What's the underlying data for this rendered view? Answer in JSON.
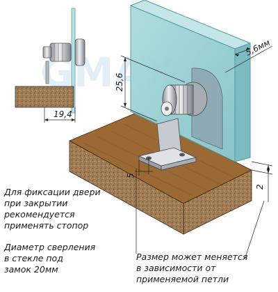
{
  "colors": {
    "glass": "#9fd3d6",
    "glass_edge": "#5fa9ae",
    "wood_top": "#9c6a34",
    "wood_side": "#b5874f",
    "chipboard": "#9a7750",
    "metal": "#c8ccd2",
    "dim_line": "#222222",
    "watermark": "#cfe5f2"
  },
  "watermark": "GMAX",
  "dimensions": {
    "glass_thickness": "5,6мм",
    "lock_height": "25,6",
    "lock_depth": "19,4",
    "bracket_offset": "5",
    "gap": "2"
  },
  "notes": {
    "stopper": [
      "Для фиксации двери",
      "при закрытии",
      "рекомендуется",
      "применять стопор"
    ],
    "drilling": [
      "Диаметр сверления",
      "в стекле под",
      "замок 20мм"
    ],
    "size": [
      "Размер может меняется",
      "в зависимости от",
      "применяемой петли"
    ]
  }
}
